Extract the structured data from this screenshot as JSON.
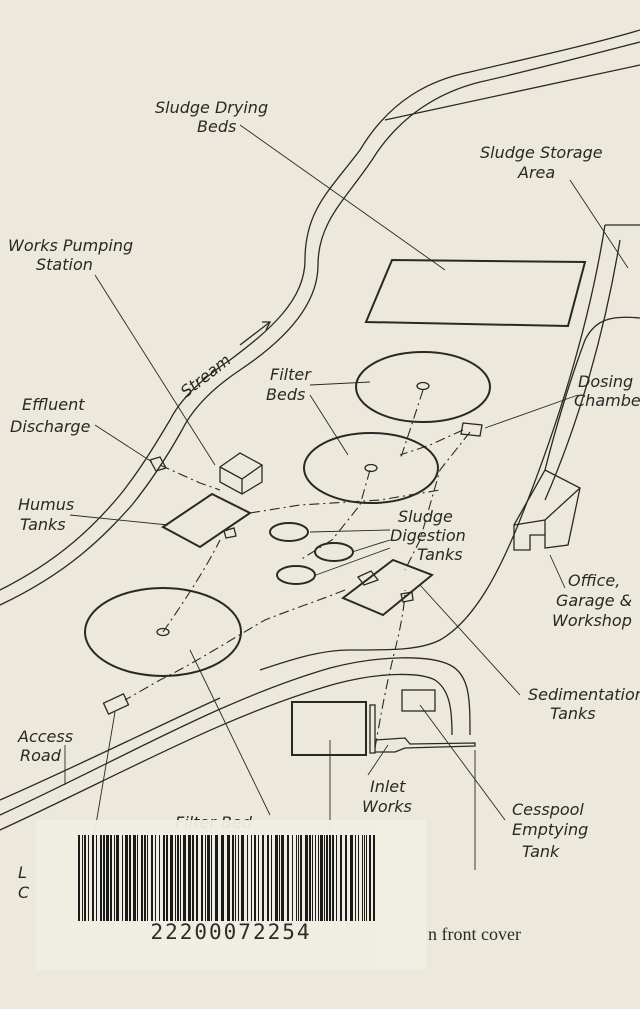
{
  "labels": {
    "sludge_drying_beds_1": "Sludge Drying",
    "sludge_drying_beds_2": "Beds",
    "sludge_storage_1": "Sludge Storage",
    "sludge_storage_2": "Area",
    "works_pumping_1": "Works Pumping",
    "works_pumping_2": "Station",
    "stream": "Stream",
    "filter_beds_1": "Filter",
    "filter_beds_2": "Beds",
    "dosing_1": "Dosing",
    "dosing_2": "Chamber",
    "effluent_1": "Effluent",
    "effluent_2": "Discharge",
    "humus_1": "Humus",
    "humus_2": "Tanks",
    "sludge_digestion_1": "Sludge",
    "sludge_digestion_2": "Digestion",
    "sludge_digestion_3": "Tanks",
    "office_1": "Office,",
    "office_2": "Garage &",
    "office_3": "Workshop",
    "sedimentation_1": "Sedimentation",
    "sedimentation_2": "Tanks",
    "access_road_1": "Access",
    "access_road_2": "Road",
    "inlet_1": "Inlet",
    "inlet_2": "Works",
    "filter_bed": "Filter Bed",
    "cesspool_1": "Cesspool",
    "cesspool_2": "Emptying",
    "cesspool_3": "Tank",
    "partial_1": "L",
    "partial_2": "C"
  },
  "barcode": {
    "number": "22200072254"
  },
  "caption": "n front cover"
}
